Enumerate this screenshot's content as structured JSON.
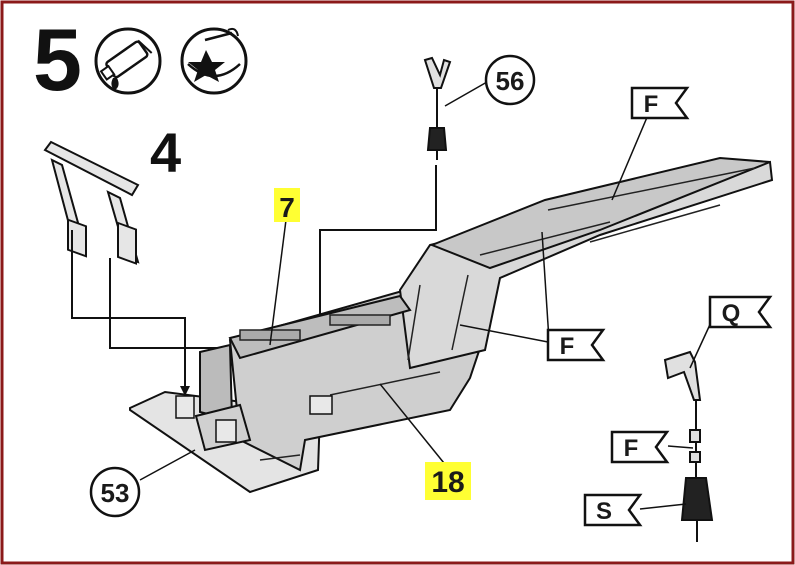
{
  "step": {
    "number": "5",
    "subassembly_number": "4"
  },
  "icons": {
    "glue": "glue-tube-icon",
    "paint": "paint-bowl-icon"
  },
  "callouts": {
    "part_53": "53",
    "part_56": "56",
    "part_7": "7",
    "part_18": "18"
  },
  "color_flags": {
    "flag_f_top": "F",
    "flag_f_mid": "F",
    "flag_q": "Q",
    "flag_f_mast": "F",
    "flag_s": "S"
  },
  "colors": {
    "frame_border": "#8b1a1a",
    "highlight": "#ffff33",
    "part_fill": "#d4d4d4",
    "ink": "#1a1a1a"
  }
}
